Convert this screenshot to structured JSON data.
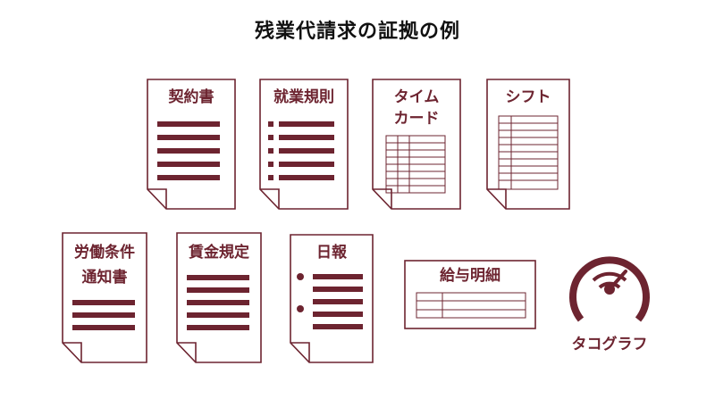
{
  "title": "残業代請求の証拠の例",
  "colors": {
    "accent": "#6d2430",
    "text": "#111111"
  },
  "documents": [
    {
      "label": "契約書"
    },
    {
      "label": "就業規則"
    },
    {
      "label_lines": [
        "タイム",
        "カード"
      ]
    },
    {
      "label": "シフト"
    },
    {
      "label_lines": [
        "労働条件",
        "通知書"
      ]
    },
    {
      "label": "賃金規定"
    },
    {
      "label": "日報"
    },
    {
      "label": "給与明細"
    }
  ],
  "tachograph": {
    "label": "タコグラフ",
    "icon": "tachograph-gauge-icon"
  }
}
